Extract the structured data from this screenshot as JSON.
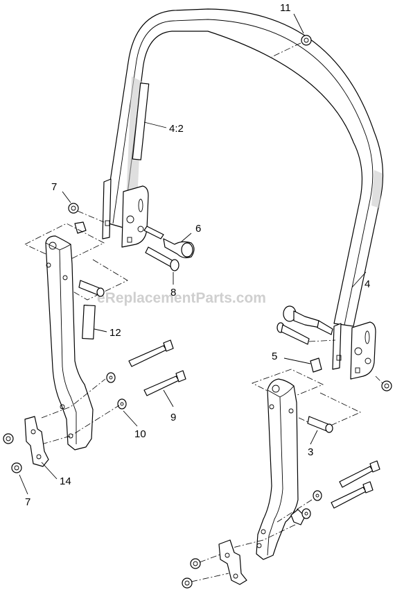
{
  "watermark": "eReplacementParts.com",
  "callouts": {
    "c11": "11",
    "c4_2": "4:2",
    "c7_top": "7",
    "c6": "6",
    "c8": "8",
    "c4": "4",
    "c12": "12",
    "c5": "5",
    "c9": "9",
    "c10": "10",
    "c3": "3",
    "c14": "14",
    "c7_bottom": "7"
  }
}
